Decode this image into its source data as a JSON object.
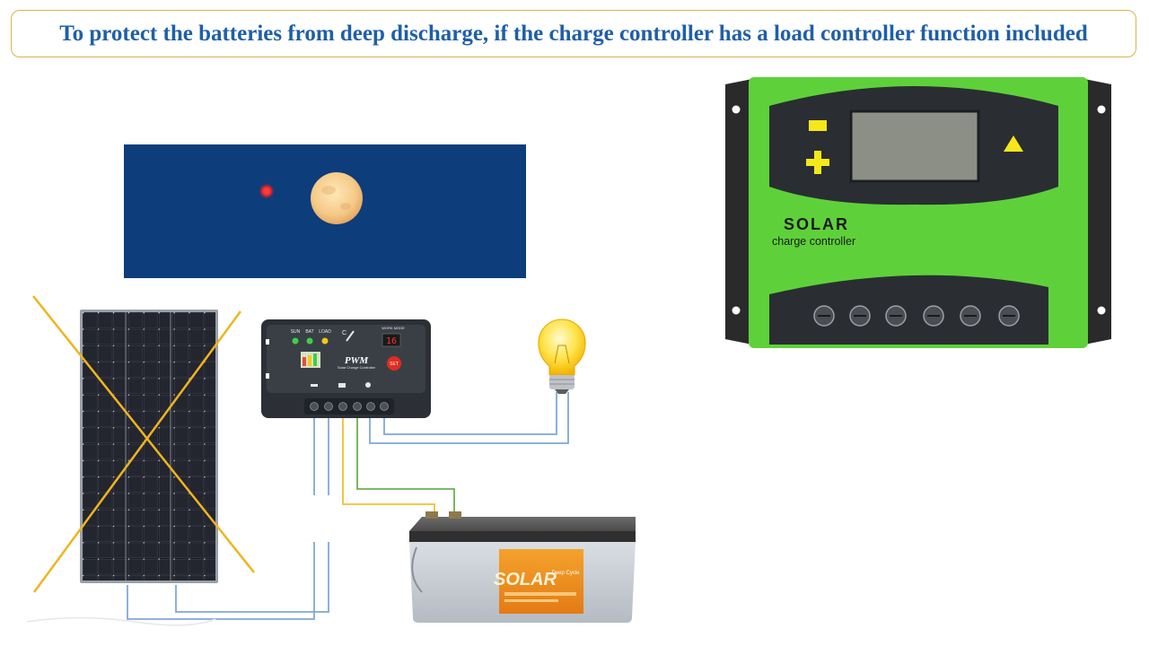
{
  "title": "To protect the batteries from deep discharge, if the charge controller has a load controller function included",
  "small_controller": {
    "indicators": [
      "SUN",
      "BAT",
      "LOAD"
    ],
    "mode_label": "WORK MODE",
    "mode_value": "16",
    "brand": "PWM",
    "subtitle": "Solar Charge Controller",
    "button_label": "SET"
  },
  "large_controller": {
    "brand": "SOLAR",
    "subtitle": "charge controller"
  },
  "battery": {
    "brand": "SOLAR",
    "subtitle": "Deep Cycle"
  },
  "colors": {
    "title_text": "#1f5fa8",
    "title_border": "#d9b44a",
    "cross": "#f0b41e",
    "wire_blue": "#7fa7d8",
    "wire_yellow": "#f0c030",
    "wire_green": "#6ab04c",
    "controller_green": "#5ed13a",
    "night_sky": "#0d3d7a"
  }
}
